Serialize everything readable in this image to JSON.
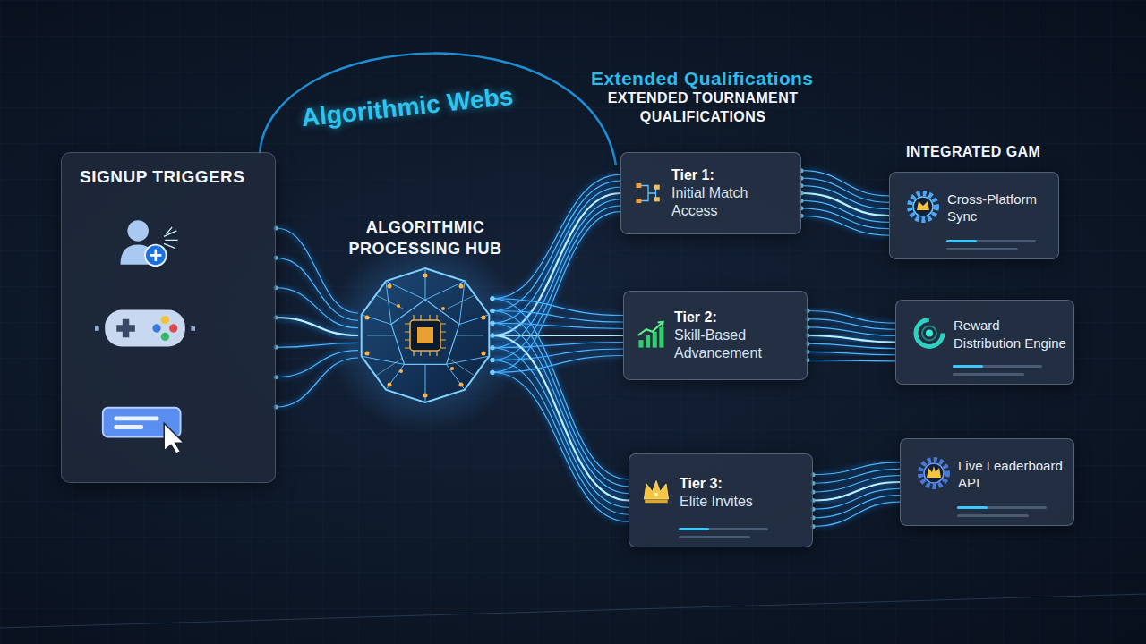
{
  "diagram": {
    "title": "Algorithmic Webs",
    "nodes": [
      {
        "text": [
          "SIGNUP TRIGGERS"
        ]
      },
      {
        "text": [
          "ALGORITHMIC PROCESSING HUB"
        ]
      },
      {
        "text": [
          "Tier 1:",
          "Initial Match Access"
        ]
      },
      {
        "text": [
          "Tier 2:",
          "Skill-Based Advancement"
        ]
      },
      {
        "text": [
          "Tier 3:",
          "Elite Invites"
        ]
      },
      {
        "text": [
          "Cross-Platform Sync"
        ]
      },
      {
        "text": [
          "Reward Distribution Engine"
        ]
      },
      {
        "text": [
          "Live Leaderboard API"
        ]
      }
    ],
    "edges": [
      {
        "from": 0,
        "to": 1,
        "arrow": "none"
      },
      {
        "from": 1,
        "to": 2,
        "arrow": "none"
      },
      {
        "from": 1,
        "to": 3,
        "arrow": "none"
      },
      {
        "from": 1,
        "to": 4,
        "arrow": "none"
      },
      {
        "from": 2,
        "to": 5,
        "arrow": "none"
      },
      {
        "from": 3,
        "to": 6,
        "arrow": "none"
      },
      {
        "from": 4,
        "to": 7,
        "arrow": "none"
      }
    ],
    "labels": [
      "Extended Qualifications",
      "EXTENDED TOURNAMENT QUALIFICATIONS",
      "INTEGRATED GAM"
    ]
  }
}
